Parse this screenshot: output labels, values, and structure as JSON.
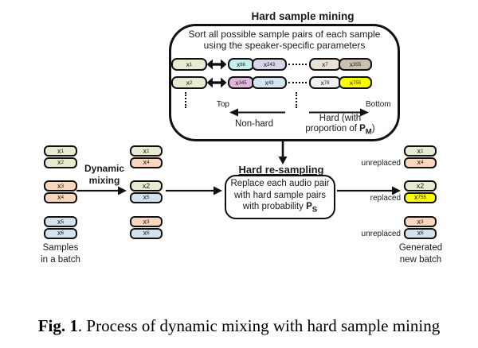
{
  "mining": {
    "title": "Hard sample mining",
    "sort_line1": "Sort all possible sample pairs of each sample",
    "sort_line2": "using the speaker-specific parameters",
    "rows": [
      {
        "anchor": {
          "base": "x",
          "sub": "1",
          "color": "#e6ebd1"
        },
        "mid": [
          {
            "base": "x",
            "sub": "66",
            "color": "#c5f1ed"
          },
          {
            "base": "x",
            "sub": "243",
            "color": "#d9d4e7"
          }
        ],
        "end": [
          {
            "base": "x",
            "sub": "7",
            "color": "#e8e2d6"
          },
          {
            "base": "x",
            "sub": "355",
            "color": "#c9c1af"
          }
        ]
      },
      {
        "anchor": {
          "base": "x",
          "sub": "2",
          "color": "#e6ebd1"
        },
        "mid": [
          {
            "base": "x",
            "sub": "345",
            "color": "#e3b7dd"
          },
          {
            "base": "x",
            "sub": "43",
            "color": "#d3e5ee"
          }
        ],
        "end": [
          {
            "base": "x",
            "sub": "78",
            "color": "#f0f0f0"
          },
          {
            "base": "x",
            "sub": "755",
            "color": "#fdfd02"
          }
        ]
      }
    ],
    "top_label": "Top",
    "bottom_label": "Bottom",
    "non_hard_label": "Non-hard",
    "hard_line1": "Hard (with",
    "hard_line2_pre": "proportion of ",
    "hard_p_base": "P",
    "hard_p_sub": "M",
    "hard_line2_post": ")"
  },
  "resampling": {
    "title": "Hard re-sampling",
    "line1": "Replace each audio pair",
    "line2": "with hard sample pairs",
    "line3_pre": "with probability ",
    "p_base": "P",
    "p_sub": "S"
  },
  "dynamic_mixing": {
    "line1": "Dynamic",
    "line2": "mixing"
  },
  "columns": {
    "left": {
      "pairs": [
        [
          {
            "base": "x",
            "sub": "1",
            "color": "#e6ebd1"
          },
          {
            "base": "x",
            "sub": "2",
            "color": "#e6ebd1"
          }
        ],
        [
          {
            "base": "x",
            "sub": "3",
            "color": "#f9d6bd"
          },
          {
            "base": "x",
            "sub": "4",
            "color": "#f9d6bd"
          }
        ],
        [
          {
            "base": "x",
            "sub": "5",
            "color": "#d3e2ec"
          },
          {
            "base": "x",
            "sub": "6",
            "color": "#d3e2ec"
          }
        ]
      ],
      "caption_line1": "Samples",
      "caption_line2": "in a batch"
    },
    "middle": {
      "pairs": [
        [
          {
            "base": "x",
            "sub": "1",
            "color": "#e6ebd1"
          },
          {
            "base": "x",
            "sub": "4",
            "color": "#f9d6bd"
          }
        ],
        [
          {
            "base": "x2",
            "sub": "",
            "color": "#e6ebd1"
          },
          {
            "base": "x",
            "sub": "5",
            "color": "#d3e2ec"
          }
        ],
        [
          {
            "base": "x",
            "sub": "3",
            "color": "#f9d6bd"
          },
          {
            "base": "x",
            "sub": "6",
            "color": "#d3e2ec"
          }
        ]
      ]
    },
    "right": {
      "pairs": [
        [
          {
            "base": "x",
            "sub": "1",
            "color": "#e6ebd1"
          },
          {
            "base": "x",
            "sub": "4",
            "color": "#f9d6bd"
          }
        ],
        [
          {
            "base": "x2",
            "sub": "",
            "color": "#e6ebd1"
          },
          {
            "base": "x",
            "sub": "755",
            "color": "#fdfd02"
          }
        ],
        [
          {
            "base": "x",
            "sub": "3",
            "color": "#f9d6bd"
          },
          {
            "base": "x",
            "sub": "6",
            "color": "#d3e2ec"
          }
        ]
      ],
      "row_labels": [
        "unreplaced",
        "replaced",
        "unreplaced"
      ],
      "caption_line1": "Generated",
      "caption_line2": "new batch"
    }
  },
  "caption": {
    "bold": "Fig. 1",
    "rest": ". Process of dynamic mixing with hard sample mining"
  },
  "colors": {
    "line": "#111111",
    "green": "#e6ebd1",
    "orange": "#f9d6bd",
    "blue": "#d3e2ec",
    "yellow": "#fdfd02"
  }
}
